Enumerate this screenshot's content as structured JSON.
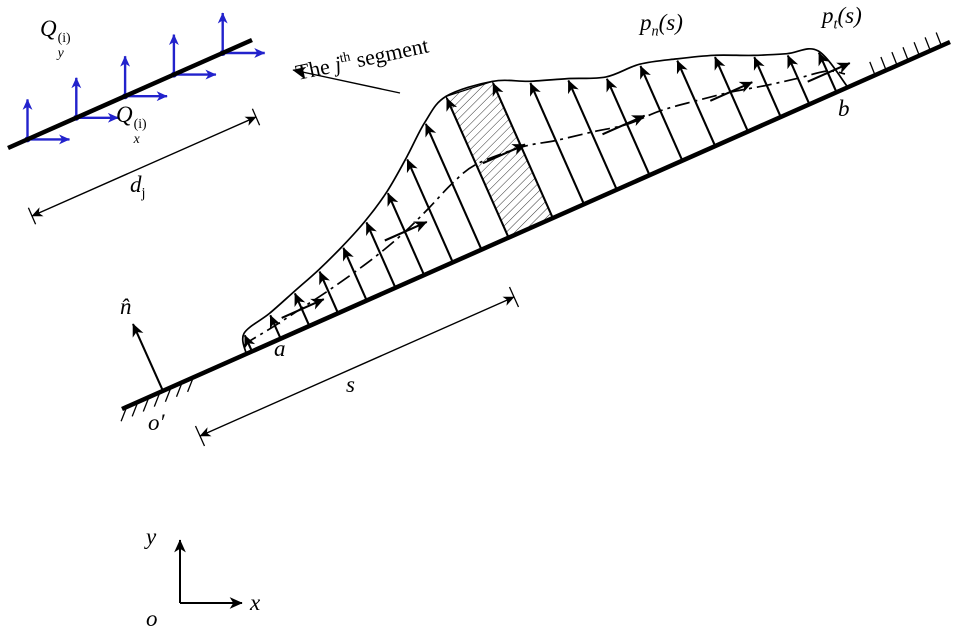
{
  "colors": {
    "accent_blue": "#2222cc",
    "ink": "#000000"
  },
  "labels": {
    "qy": {
      "base": "Q",
      "sup": "(i)",
      "sub": "y"
    },
    "qx": {
      "base": "Q",
      "sup": "(i)",
      "sub": "x"
    },
    "dj": {
      "base": "d",
      "sub": "j"
    },
    "segment": {
      "pre": "The ",
      "j": "j",
      "sup": "th",
      "post": " segment"
    },
    "pn": {
      "base": "p",
      "sub": "n",
      "arg": "(s)"
    },
    "pt": {
      "base": "p",
      "sub": "t",
      "arg": "(s)"
    },
    "point_a": "a",
    "point_b": "b",
    "s_dim": "s",
    "n_hat": "n̂",
    "o_prime": "o′",
    "origin": "o",
    "axis_x": "x",
    "axis_y": "y"
  }
}
